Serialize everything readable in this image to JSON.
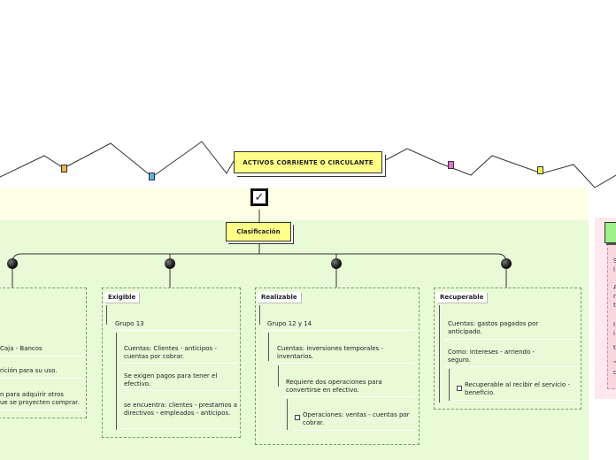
{
  "title": "ACTIVOS CORRIENTE O CIRCULANTE",
  "check_icon": "✓",
  "clasificacion": "Clasificación",
  "colors": {
    "top_band": "#ffffe6",
    "main_band": "#e8fad6",
    "title_fill": "#ffff88",
    "right_band": "#ffe8ee",
    "right_header": "#9ef08a"
  },
  "markers": [
    {
      "name": "orange-marker-icon",
      "color": "#f0b050"
    },
    {
      "name": "blue-marker-icon",
      "color": "#5bb0e8"
    },
    {
      "name": "pink-marker-icon",
      "color": "#e070d0"
    },
    {
      "name": "yellow-marker-icon",
      "color": "#f0f050"
    }
  ],
  "disponible": {
    "items": [
      "Caja - Bancos",
      "rición para su uso.",
      "n para adquirir otros\nue se proyecten comprar."
    ]
  },
  "exigible": {
    "label": "Exigible",
    "grupo": "Grupo 13",
    "items": [
      "Cuentas: Clientes - anticipos - cuentas por cobrar.",
      "Se exigen pagos para tener el efectivo.",
      "se encuentra: clientes - prestamos a directivos - empleados - anticipos."
    ]
  },
  "realizable": {
    "label": "Realizable",
    "grupo": "Grupo 12 y 14",
    "item1": "Cuentas: inversiones temporales - inventarios.",
    "item2": "Requiere dos operaciones para convertirse en efectivo.",
    "item3": "Operaciones: ventas - cuentas por cobrar."
  },
  "recuperable": {
    "label": "Recuperable",
    "item1": "Cuentas: gastos pagados por anticipado.",
    "item2": "Como: intereses - arriendo - seguro.",
    "item3": "Recuperable al recibir el servicio - beneficio."
  },
  "right_letters": [
    "S",
    "l",
    "A",
    "r",
    "t",
    "I",
    "i",
    "t",
    "\"",
    "c"
  ]
}
